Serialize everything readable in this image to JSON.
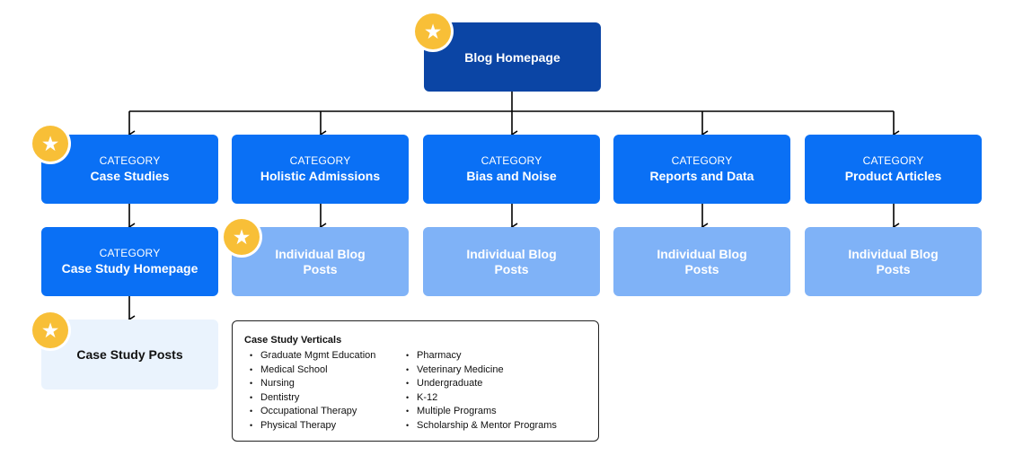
{
  "colors": {
    "root": "#0b45a5",
    "category": "#0a70f5",
    "blog_posts": "#7fb2f7",
    "case_posts": "#eaf3fd",
    "star": "#f8bf37",
    "connector": "#000000"
  },
  "root": {
    "title": "Blog Homepage",
    "starred": true
  },
  "categories": [
    {
      "label": "CATEGORY",
      "title": "Case Studies",
      "starred": true
    },
    {
      "label": "CATEGORY",
      "title": "Holistic Admissions",
      "starred": false
    },
    {
      "label": "CATEGORY",
      "title": "Bias and Noise",
      "starred": false
    },
    {
      "label": "CATEGORY",
      "title": "Reports and Data",
      "starred": false
    },
    {
      "label": "CATEGORY",
      "title": "Product Articles",
      "starred": false
    }
  ],
  "case_study_homepage": {
    "label": "CATEGORY",
    "title": "Case Study Homepage"
  },
  "case_study_posts": {
    "title": "Case Study Posts",
    "starred": true
  },
  "blog_posts": [
    {
      "title": "Individual Blog Posts",
      "starred": true
    },
    {
      "title": "Individual Blog Posts",
      "starred": false
    },
    {
      "title": "Individual Blog Posts",
      "starred": false
    },
    {
      "title": "Individual Blog Posts",
      "starred": false
    }
  ],
  "verticals": {
    "title": "Case Study Verticals",
    "column1": [
      "Graduate Mgmt Education",
      "Medical School",
      "Nursing",
      "Dentistry",
      "Occupational Therapy",
      "Physical Therapy"
    ],
    "column2": [
      "Pharmacy",
      "Veterinary Medicine",
      "Undergraduate",
      "K-12",
      "Multiple Programs",
      "Scholarship & Mentor Programs"
    ]
  },
  "icons": {
    "star": "star-icon"
  }
}
